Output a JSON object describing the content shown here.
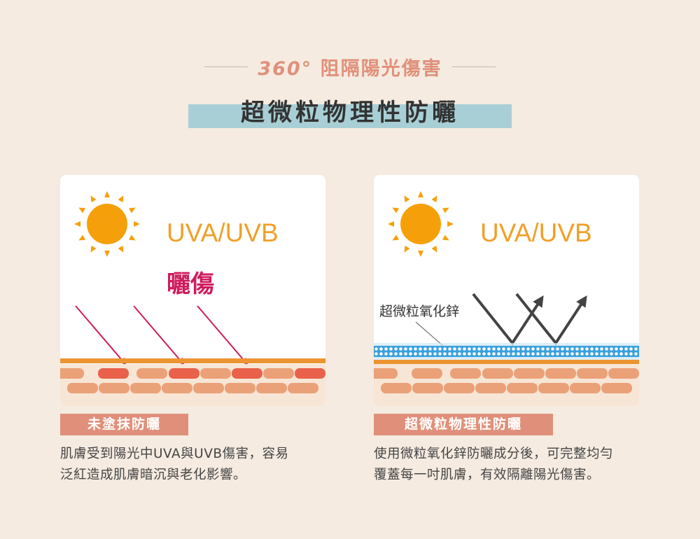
{
  "header": {
    "subtitle_num": "360°",
    "subtitle_text": "阻隔陽光傷害",
    "title": "超微粒物理性防曬"
  },
  "left_card": {
    "uv_label": "UVA/UVB",
    "burn_label": "曬傷",
    "caption": "未塗抹防曬",
    "desc_line1": "肌膚受到陽光中UVA與UVB傷害，容易",
    "desc_line2": "泛紅造成肌膚暗沉與老化影響。"
  },
  "right_card": {
    "uv_label": "UVA/UVB",
    "zinc_label": "超微粒氧化鋅",
    "caption": "超微粒物理性防曬",
    "desc_line1": "使用微粒氧化鋅防曬成分後，可完整均勻",
    "desc_line2": "覆蓋每一吋肌膚，有效隔離陽光傷害。"
  },
  "colors": {
    "background": "#f5ebe1",
    "accent_salmon": "#e0907a",
    "title_bar": "#a8cfd6",
    "sun_orange": "#f5a00a",
    "burn_magenta": "#d01b5e",
    "zinc_blue": "#3aa0dc"
  },
  "icons": [
    "sun-icon",
    "uv-arrow-icon",
    "reflect-arrow-icon"
  ]
}
